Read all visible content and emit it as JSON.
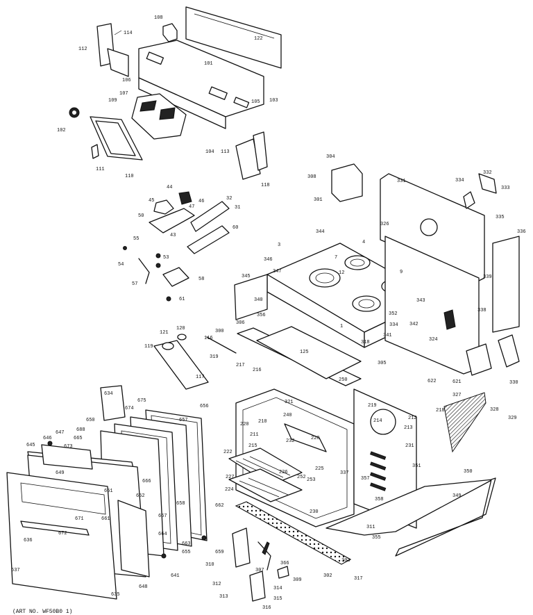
{
  "diagram": {
    "part_labels": {
      "p114": "114",
      "p112": "112",
      "p106": "106",
      "p122": "122",
      "p108": "108",
      "p105": "105",
      "p103": "103",
      "p107": "107",
      "p109": "109",
      "p102": "102",
      "p110": "110",
      "p111": "111",
      "p101": "101",
      "p104": "104",
      "p113": "113",
      "p118": "118",
      "p44": "44",
      "p45": "45",
      "p46": "46",
      "p47": "47",
      "p32": "32",
      "p31": "31",
      "p50": "50",
      "p43": "43",
      "p55": "55",
      "p54": "54",
      "p53": "53",
      "p57": "57",
      "p58": "58",
      "p60": "60",
      "p61": "61",
      "p304": "304",
      "p308": "308",
      "p301": "301",
      "p331": "331",
      "p332": "332",
      "p333": "333",
      "p335": "335",
      "p326": "326",
      "p339": "339",
      "p336": "336",
      "p344": "344",
      "p4": "4",
      "p7": "7",
      "p12": "12",
      "p3": "3",
      "p347": "347",
      "p345": "345",
      "p346": "346",
      "p340": "340",
      "p9": "9",
      "p356": "356",
      "p343": "343",
      "p306": "306",
      "p321": "321",
      "p324": "324",
      "p338": "338",
      "p1": "1",
      "p358": "358",
      "p334": "334",
      "p334b": "334",
      "p352": "352",
      "p342": "342",
      "p341": "341",
      "p318": "318",
      "p305": "305",
      "p250": "250",
      "p120": "120",
      "p121": "121",
      "p119": "119",
      "p117": "117",
      "p125": "125",
      "p116": "116",
      "p300": "300",
      "p319": "319",
      "p217": "217",
      "p216": "216",
      "p634": "634",
      "p675": "675",
      "p674": "674",
      "p656": "656",
      "p657": "657",
      "p622": "622",
      "p621": "621",
      "p327": "327",
      "p328": "328",
      "p330": "330",
      "p329": "329",
      "p218": "218",
      "p647": "647",
      "p646": "646",
      "p645": "645",
      "p673": "673",
      "p665": "665",
      "p649": "649",
      "p671": "671",
      "p672": "672",
      "p650": "650",
      "p688": "688",
      "p651": "651",
      "p652": "652",
      "p666": "666",
      "p667": "667",
      "p658": "658",
      "p662": "662",
      "p663": "663",
      "p664": "664",
      "p655": "655",
      "p659": "659",
      "p661": "661",
      "p635": "635",
      "p636": "636",
      "p637": "637",
      "p648": "648",
      "p641": "641",
      "p240": "240",
      "p228": "228",
      "p222": "222",
      "p227": "227",
      "p253": "253",
      "p225": "225",
      "p226": "226",
      "p252": "252",
      "p224": "224",
      "p232": "232",
      "p211": "211",
      "p220": "220",
      "p210": "210",
      "p215": "215",
      "p214": "214",
      "p219": "219",
      "p212": "212",
      "p213": "213",
      "p231": "231",
      "p230": "230",
      "p311": "311",
      "p355": "355",
      "p337": "337",
      "p357": "357",
      "p351": "351",
      "p349": "349",
      "p350": "350",
      "p310": "310",
      "p312": "312",
      "p313": "313",
      "p307": "307",
      "p309": "309",
      "p366": "366",
      "p314": "314",
      "p315": "315",
      "p316": "316",
      "p303": "303",
      "p317": "317",
      "p302": "302"
    },
    "footer_text": "(ART NO. WF50B0 1)"
  }
}
